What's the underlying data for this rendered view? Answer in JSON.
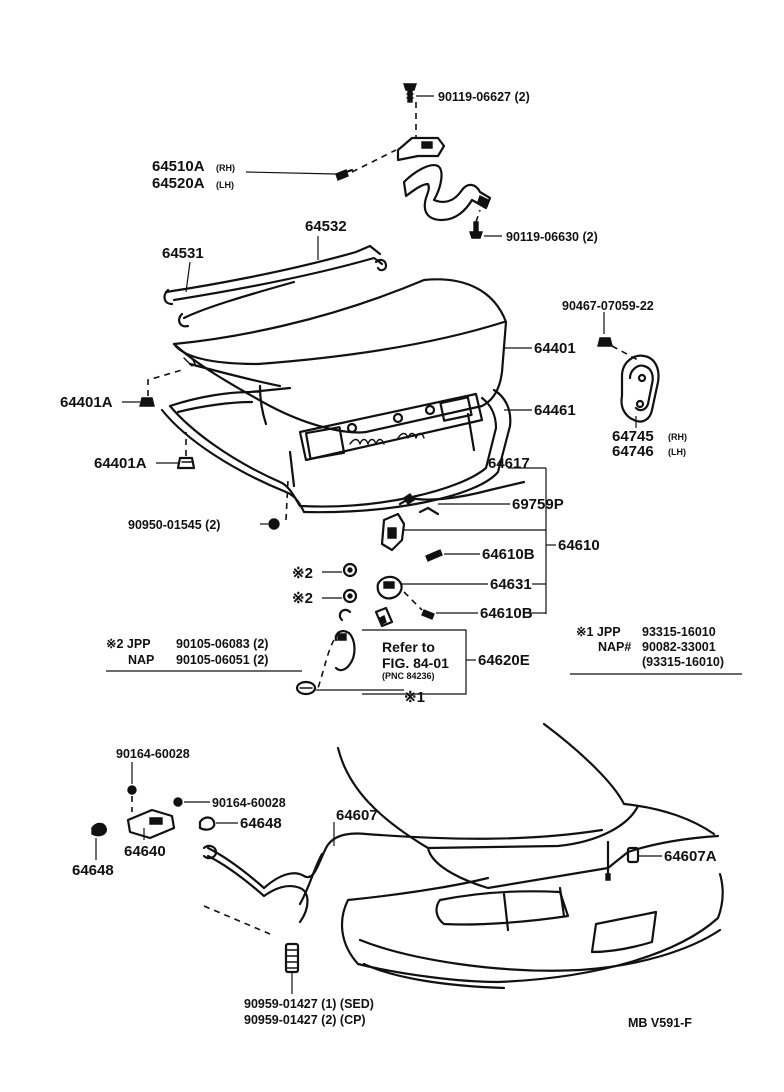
{
  "parts": {
    "bolt_top": "90119-06627 (2)",
    "hinge_rh": "64510A",
    "hinge_rh_side": "(RH)",
    "hinge_lh": "64520A",
    "hinge_lh_side": "(LH)",
    "bolt_hinge": "90119-06630 (2)",
    "rod_64532": "64532",
    "rod_64531": "64531",
    "clip_90467": "90467-07059-22",
    "lid": "64401",
    "bumper_a1": "64401A",
    "weatherstrip": "64461",
    "bumper_a2": "64401A",
    "cover_rh": "64745",
    "cover_rh_side": "(RH)",
    "cover_lh": "64746",
    "cover_lh_side": "(LH)",
    "rod_64617": "64617",
    "clip_69759": "69759P",
    "grommet": "90950-01545 (2)",
    "lock_assy": "64610",
    "bolt_64610b_1": "64610B",
    "note2_a": "※2",
    "striker": "64631",
    "note2_b": "※2",
    "bolt_64610b_2": "64610B",
    "solenoid": "64620E",
    "note1": "※1",
    "ref_line1": "Refer to",
    "ref_line2": "FIG. 84-01",
    "ref_pnc": "(PNC 84236)"
  },
  "notes": {
    "left_mark": "※2 JPP",
    "left_jpp": "90105-06083 (2)",
    "left_nap_label": "NAP",
    "left_nap": "90105-06051 (2)",
    "right_mark": "※1 JPP",
    "right_jpp": "93315-16010",
    "right_nap_label": "NAP#",
    "right_nap": "90082-33001",
    "right_nap_alt": "(93315-16010)"
  },
  "opener": {
    "clip_a": "90164-60028",
    "clip_b": "90164-60028",
    "cover_a": "64648",
    "lever": "64640",
    "cover_b": "64648",
    "cable": "64607",
    "cable_end": "64607A",
    "clamp_sed": "90959-01427 (1) (SED)",
    "clamp_cp": "90959-01427 (2) (CP)"
  },
  "footer": {
    "code": "MB  V591-F"
  }
}
